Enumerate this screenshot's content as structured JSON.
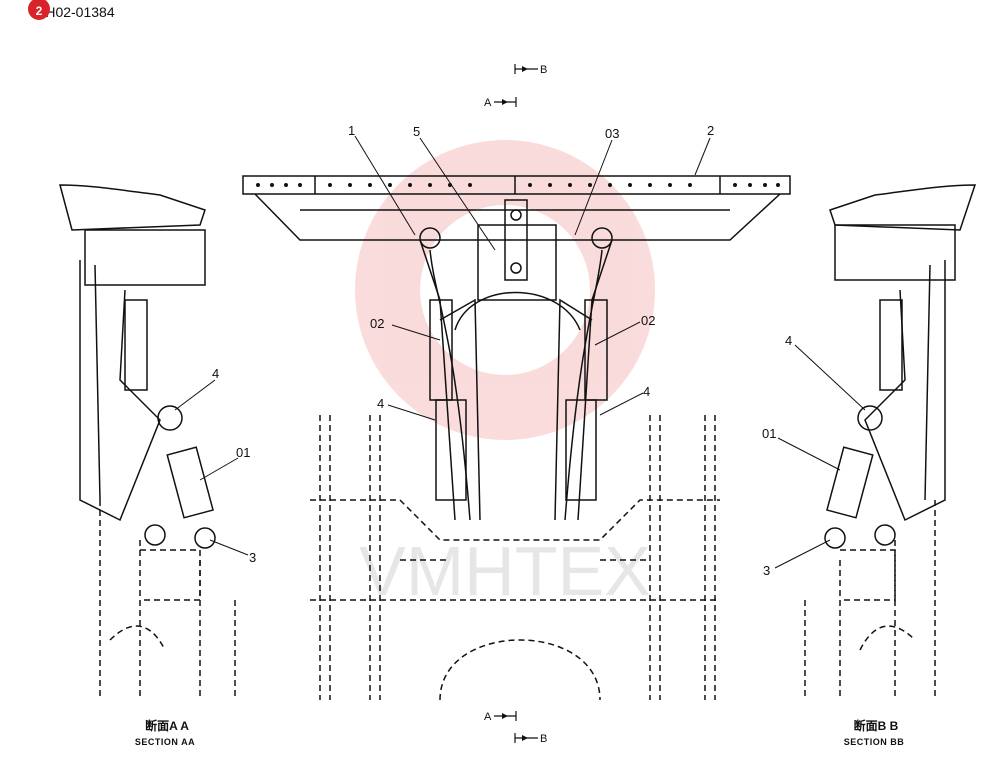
{
  "header": {
    "doc_code": "YH02-01384",
    "badge_text": "2"
  },
  "callouts": {
    "part_1": "1",
    "part_5": "5",
    "part_03": "03",
    "part_2": "2",
    "part_02_left": "02",
    "part_02_right": "02",
    "part_4_left": "4",
    "part_4_right": "4",
    "part_4_section_aa": "4",
    "part_01_section_aa": "01",
    "part_3_section_aa": "3",
    "part_4_section_bb": "4",
    "part_01_section_bb": "01",
    "part_3_section_bb": "3"
  },
  "view_markers": {
    "top_b": "B",
    "top_a": "A",
    "bottom_a": "A",
    "bottom_b": "B"
  },
  "sections": {
    "aa_cn": "断面A A",
    "aa_en": "SECTION AA",
    "bb_cn": "断面B B",
    "bb_en": "SECTION BB"
  },
  "watermark": {
    "text": "VMHTEX",
    "color": "#e63b3b"
  }
}
